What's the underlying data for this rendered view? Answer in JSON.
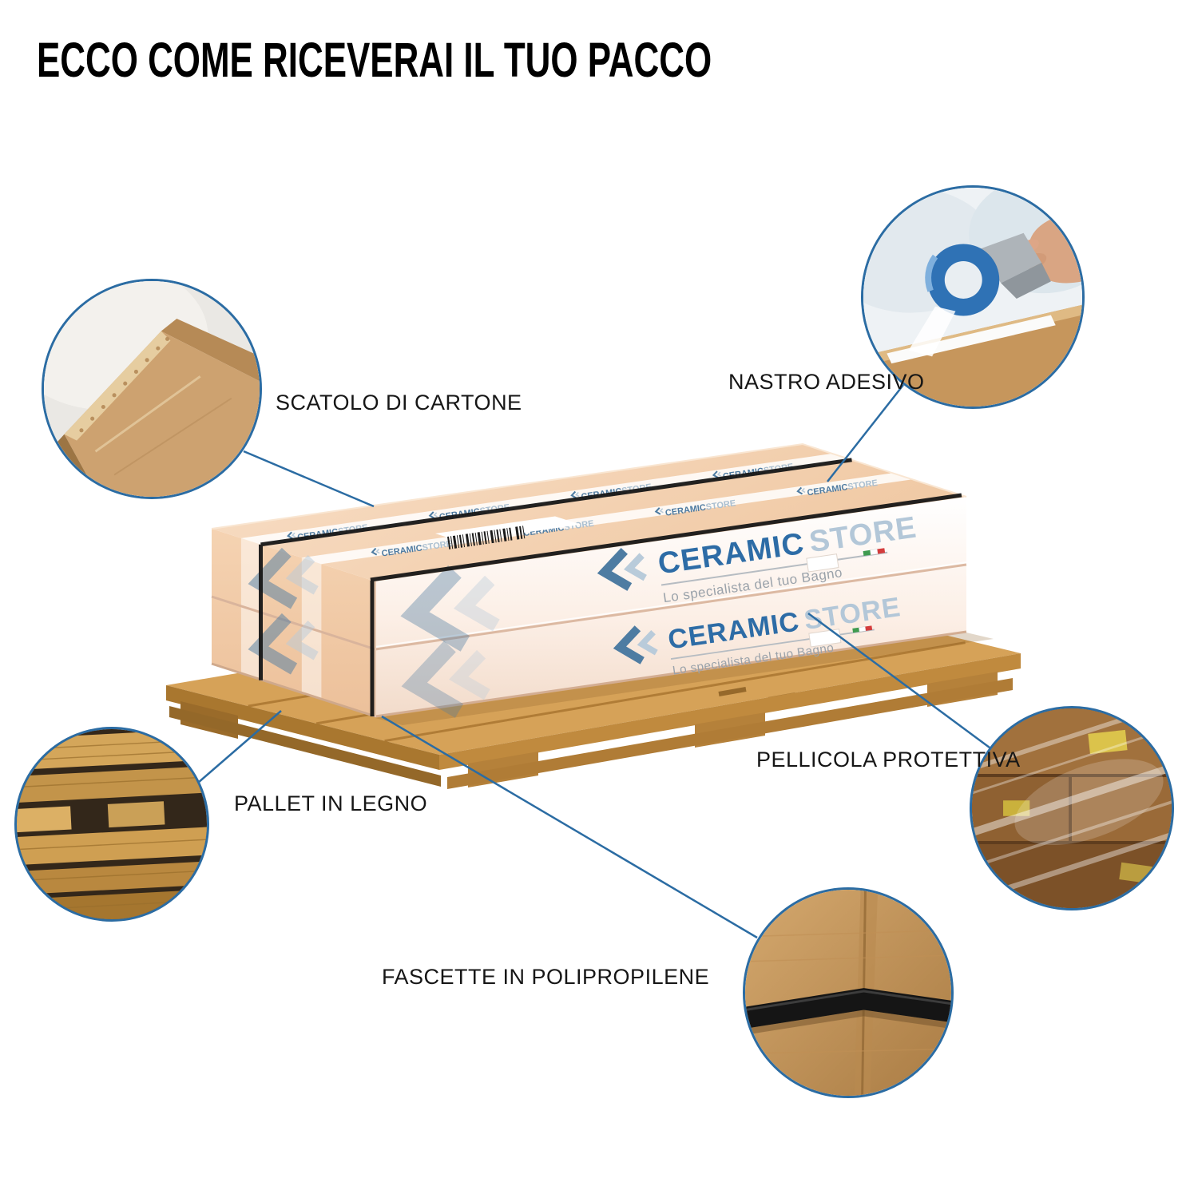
{
  "title": "ECCO COME RICEVERAI IL TUO PACCO",
  "callouts": [
    {
      "id": "scatolo",
      "label": "SCATOLO DI CARTONE"
    },
    {
      "id": "nastro",
      "label": "NASTRO ADESIVO"
    },
    {
      "id": "pellicola",
      "label": "PELLICOLA PROTETTIVA"
    },
    {
      "id": "pallet",
      "label": "PALLET IN LEGNO"
    },
    {
      "id": "fascette",
      "label": "FASCETTE IN POLIPROPILENE"
    }
  ],
  "brand": {
    "name_primary": "CERAMIC",
    "name_secondary": "STORE",
    "tagline": "Lo specialista del tuo Bagno"
  },
  "colors": {
    "accent_blue": "#2b6ca3",
    "logo_blue": "#2d6ca6",
    "logo_gray": "#b3c7d8",
    "box_top": "#f5d5b8",
    "box_front": "#fdf6f0",
    "pallet_wood": "#d6a258",
    "strap_black": "#171717"
  }
}
